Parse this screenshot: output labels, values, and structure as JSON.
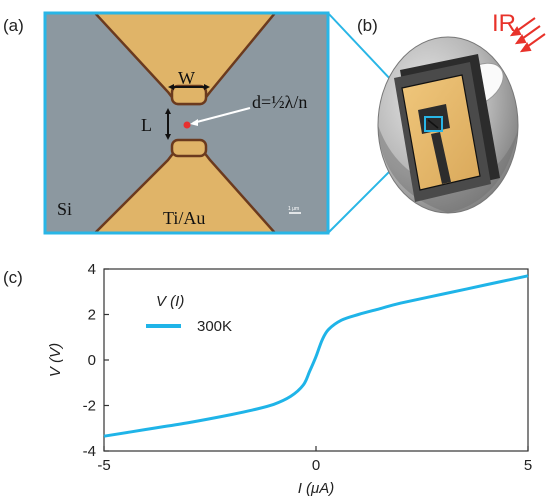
{
  "panels": {
    "a": {
      "label": "(a)",
      "width_label": "W",
      "length_label": "L",
      "antenna_label": "d=½λ/n",
      "substrate_label": "Si",
      "contact_label": "Ti/Au",
      "scale_bar_text": "1 μm"
    },
    "b": {
      "label": "(b)",
      "radiation_label": "IR"
    },
    "c": {
      "label": "(c)",
      "legend_title": "V (I)",
      "legend_entry": "300K"
    }
  },
  "colors": {
    "trace": "#1fb4e8",
    "frame": "#29b6e6",
    "substrate": "#8c98a0",
    "metal": "#e0b468",
    "ir_arrow": "#e8322a"
  },
  "chart_data": {
    "type": "line",
    "title": "",
    "xlabel": "I (μA)",
    "ylabel": "V (V)",
    "xlim": [
      -5,
      5
    ],
    "ylim": [
      -4,
      4
    ],
    "xticks": [
      -5,
      0,
      5
    ],
    "yticks": [
      -4,
      -2,
      0,
      2,
      4
    ],
    "series": [
      {
        "name": "300K",
        "x": [
          -5,
          -4,
          -3,
          -2,
          -1.5,
          -1,
          -0.6,
          -0.3,
          -0.15,
          0,
          0.15,
          0.3,
          0.6,
          1,
          1.5,
          2,
          3,
          4,
          5
        ],
        "y": [
          -3.35,
          -3.05,
          -2.75,
          -2.4,
          -2.2,
          -1.95,
          -1.6,
          -1.1,
          -0.5,
          0.15,
          0.9,
          1.35,
          1.75,
          2.0,
          2.25,
          2.5,
          2.9,
          3.3,
          3.7
        ]
      }
    ],
    "legend": "top-left",
    "grid": false
  }
}
